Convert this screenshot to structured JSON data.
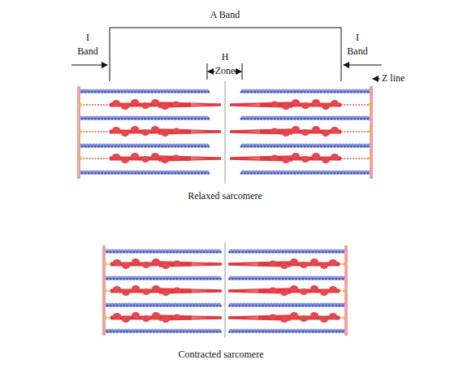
{
  "diagram": {
    "labels": [
      "A Band",
      "I Band",
      "H Zone",
      "I Band",
      "Z line",
      "Relaxed sarcomere",
      "Contracted sarcomere"
    ]
  }
}
